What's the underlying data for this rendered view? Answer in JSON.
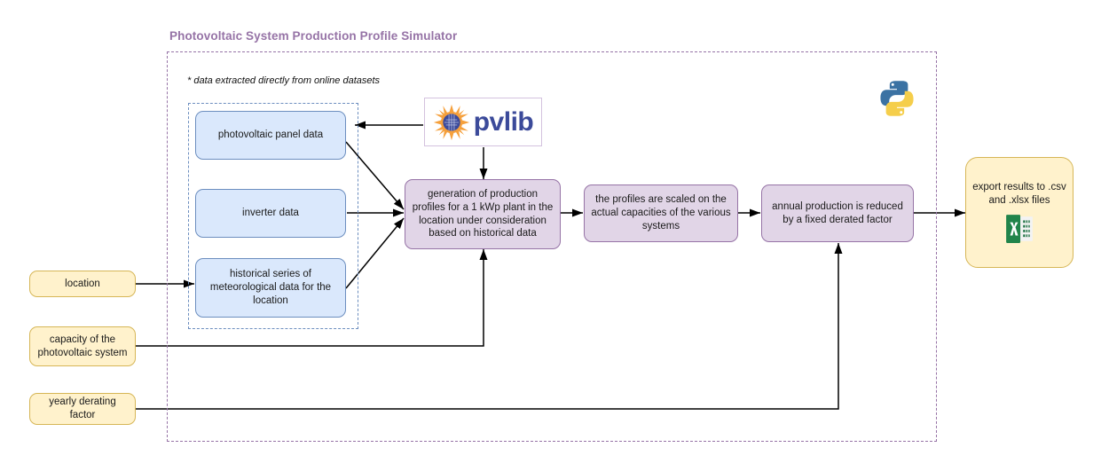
{
  "title": "Photovoltaic System Production Profile Simulator",
  "note": "* data extracted directly from online datasets",
  "logos": {
    "pvlib_text": "pvlib",
    "pvlib_icon": "sun-solar-panel-icon",
    "python_icon": "python-logo-icon",
    "excel_icon": "excel-file-icon"
  },
  "inputs": [
    {
      "id": "location",
      "label": "location"
    },
    {
      "id": "capacity",
      "label": "capacity of the\nphotovoltaic system"
    },
    {
      "id": "derating",
      "label": "yearly derating factor"
    }
  ],
  "datasets": [
    {
      "id": "panel",
      "label": "photovoltaic panel data"
    },
    {
      "id": "inverter",
      "label": "inverter data"
    },
    {
      "id": "meteo",
      "label": "historical series of meteorological data for the location"
    }
  ],
  "processes": [
    {
      "id": "generation",
      "label": "generation of production profiles for a 1 kWp plant in the location under consideration based on historical data"
    },
    {
      "id": "scaling",
      "label": "the profiles are scaled on the actual capacities of the various systems"
    },
    {
      "id": "derate",
      "label": "annual production is reduced by a fixed derated factor"
    }
  ],
  "output": {
    "id": "export",
    "label": "export results to .csv and .xlsx files"
  },
  "colors": {
    "title": "#9673a6",
    "dataset_fill": "#dae8fc",
    "dataset_stroke": "#6c8ebf",
    "process_fill": "#e1d5e7",
    "process_stroke": "#9673a6",
    "input_fill": "#fff2cc",
    "input_stroke": "#d6b656",
    "outer_border": "#9673a6",
    "inner_border": "#6c8ebf",
    "arrow": "#000000"
  }
}
